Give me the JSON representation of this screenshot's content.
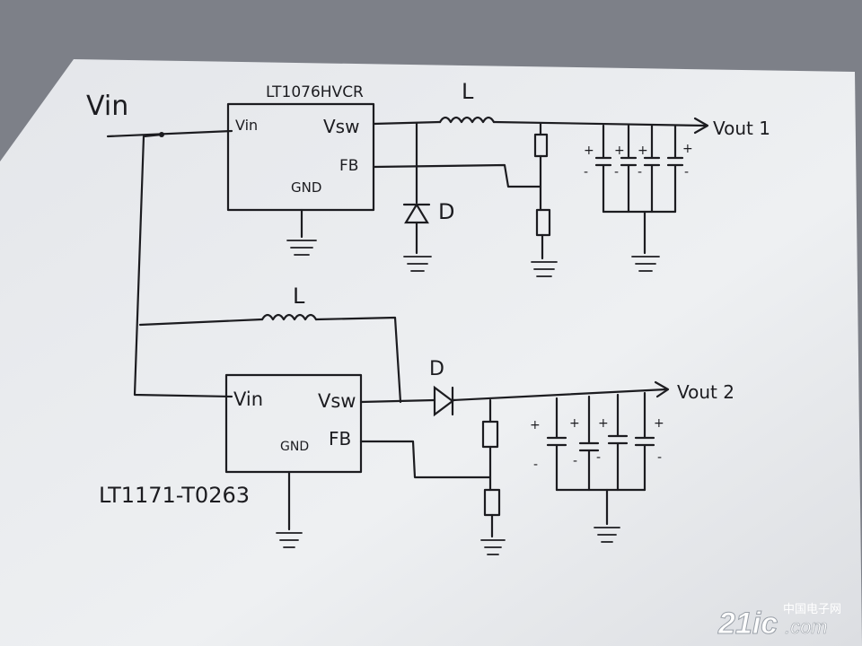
{
  "chip1": {
    "part": "LT1076HVCR",
    "pin_vin": "Vin",
    "pin_vsw": "Vsw",
    "pin_fb": "FB",
    "pin_gnd": "GND"
  },
  "chip2": {
    "part": "LT1171-T0263",
    "pin_vin": "Vin",
    "pin_vsw": "Vsw",
    "pin_fb": "FB",
    "pin_gnd": "GND"
  },
  "input_label": "Vin",
  "inductor1_label": "L",
  "inductor2_label": "L",
  "diode1_label": "D",
  "diode2_label": "D",
  "output1_label": "Vout 1",
  "output2_label": "Vout 2",
  "plus": "+",
  "minus": "-",
  "watermark": {
    "brand": "21ic",
    "tld": ".com",
    "cn_name": "中国电子网"
  }
}
